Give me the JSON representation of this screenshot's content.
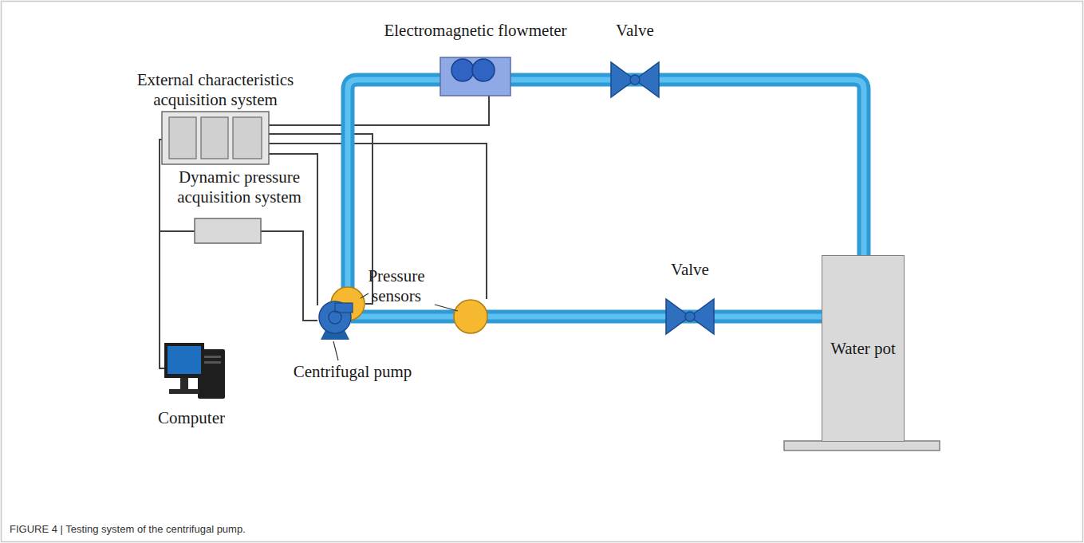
{
  "diagram": {
    "caption": "FIGURE 4 | Testing system of the centrifugal pump.",
    "nodes": [
      {
        "text": [
          "Water pot"
        ]
      }
    ],
    "labels": [
      "Electromagnetic flowmeter",
      "Valve",
      "External characteristics acquisition system",
      "Dynamic pressure acquisition system",
      "Pressure sensors",
      "Computer",
      "Centrifugal pump",
      "Valve"
    ]
  }
}
